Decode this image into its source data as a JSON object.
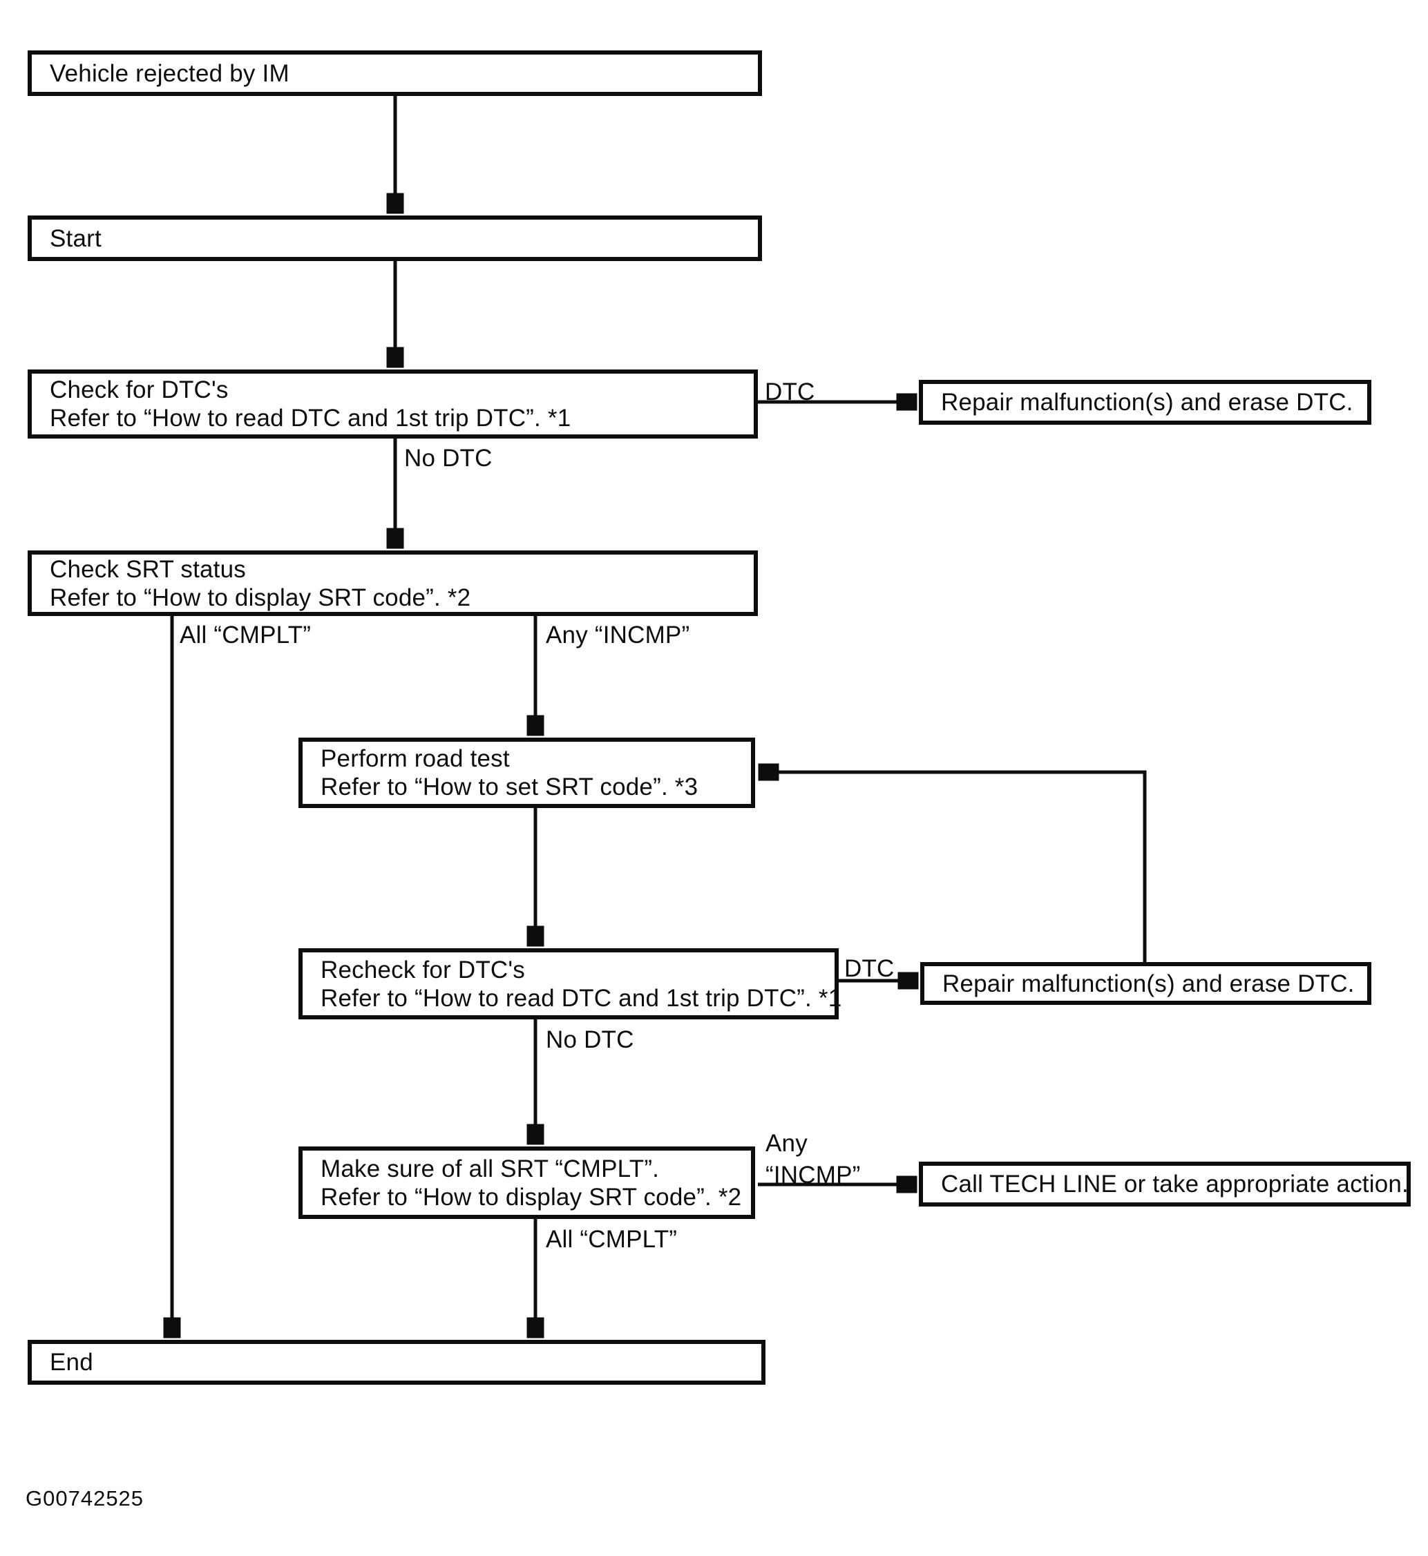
{
  "diagram": {
    "figure_code": "G00742525",
    "nodes": {
      "vehicle_rejected": {
        "text": "Vehicle rejected by IM"
      },
      "start": {
        "text": "Start"
      },
      "check_dtc": {
        "line1": "Check for DTC's",
        "line2": "Refer to “How to read DTC and 1st trip DTC”. *1"
      },
      "repair_erase_1": {
        "text": "Repair malfunction(s) and erase DTC."
      },
      "check_srt": {
        "line1": "Check SRT status",
        "line2": "Refer to “How to display SRT code”. *2"
      },
      "road_test": {
        "line1": "Perform road test",
        "line2": "Refer to “How to set SRT code”. *3"
      },
      "recheck_dtc": {
        "line1": "Recheck for DTC's",
        "line2": "Refer to “How to read DTC and 1st trip DTC”. *1"
      },
      "repair_erase_2": {
        "text": "Repair malfunction(s) and erase DTC."
      },
      "make_sure_srt": {
        "line1": "Make sure of all SRT “CMPLT”.",
        "line2": "Refer to “How to display SRT code”. *2"
      },
      "call_tech_line": {
        "text": "Call TECH LINE or take appropriate action."
      },
      "end": {
        "text": "End"
      }
    },
    "edge_labels": {
      "dtc_1": "DTC",
      "no_dtc_1": "No DTC",
      "all_cmplt_1": "All “CMPLT”",
      "any_incmp_1": "Any “INCMP”",
      "dtc_2": "DTC",
      "no_dtc_2": "No DTC",
      "any_incmp_2_line1": "Any",
      "any_incmp_2_line2": "“INCMP”",
      "all_cmplt_2": "All “CMPLT”"
    },
    "colors": {
      "ink": "#0d0d0d",
      "paper": "#ffffff"
    }
  }
}
